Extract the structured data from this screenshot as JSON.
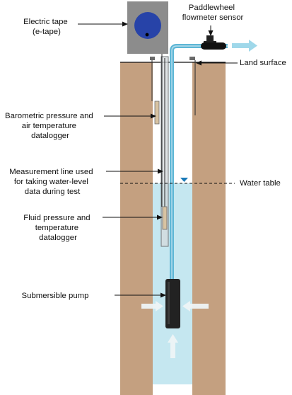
{
  "colors": {
    "soil": "#c4a080",
    "borehole": "#ffffff",
    "water": "#c5e7f0",
    "pipe": "#5fb7d6",
    "casing": "#d4d9dc",
    "pump": "#222222",
    "reel_box": "#8c8c8c",
    "reel": "#2743a8",
    "logger": "#d8c3a2",
    "flow_arrow": "#9fd8ea",
    "water_table_marker": "#1a7ab8"
  },
  "labels": {
    "electric_tape": [
      "Electric tape",
      "(e-tape)"
    ],
    "flowmeter": [
      "Paddlewheel",
      "flowmeter sensor"
    ],
    "land_surface": "Land surface",
    "baro_logger": [
      "Barometric pressure and",
      "air temperature",
      "datalogger"
    ],
    "measurement_line": [
      "Measurement line used",
      "for taking water-level",
      "data during test"
    ],
    "water_table": "Water table",
    "fluid_logger": [
      "Fluid pressure and",
      "temperature",
      "datalogger"
    ],
    "pump": "Submersible pump"
  }
}
